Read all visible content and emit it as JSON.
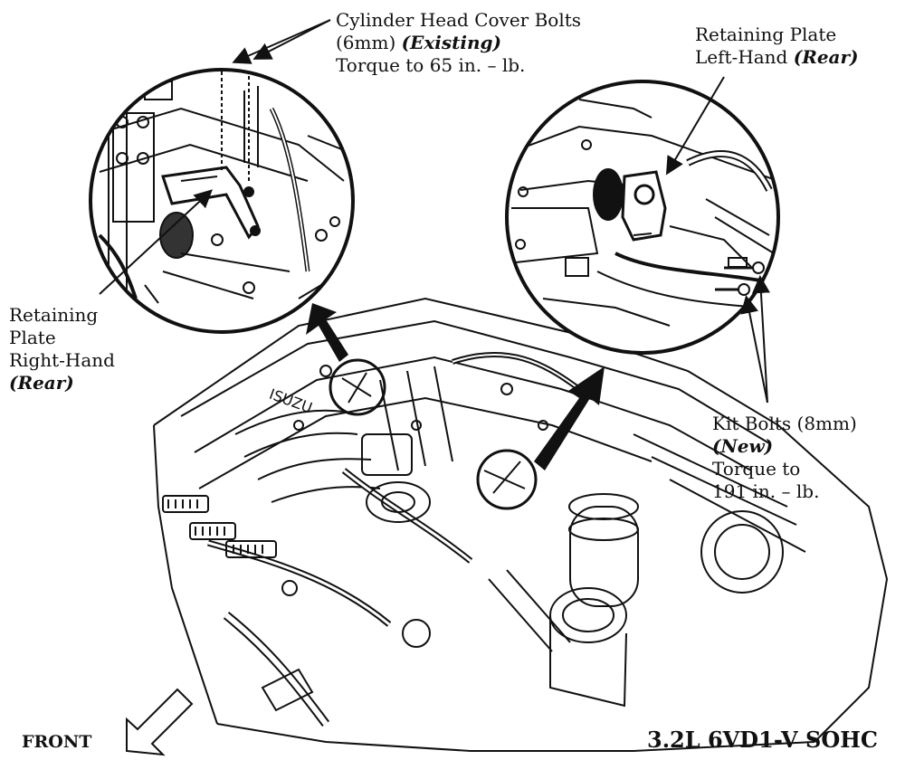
{
  "labels": {
    "cover_bolts": {
      "title": "Cylinder Head Cover Bolts",
      "size": "(6mm)",
      "status": "(Existing)",
      "torque": "Torque to 65 in. – lb."
    },
    "plate_left": {
      "line1": "Retaining Plate",
      "line2": "Left-Hand",
      "status": "(Rear)"
    },
    "plate_right": {
      "line1": "Retaining",
      "line2": "Plate",
      "line3": "Right-Hand",
      "status": "(Rear)"
    },
    "kit_bolts": {
      "title": "Kit Bolts (8mm)",
      "status": "(New)",
      "torque_line1": "Torque to",
      "torque_line2": "191 in. – lb."
    },
    "front": "FRONT",
    "engine_model": "3.2L 6VD1-V SOHC",
    "engine_badge": "ISUZU"
  },
  "icons": {
    "front_arrow": "front-arrow-icon",
    "callout_arrows": "callout-arrow-icon"
  },
  "colors": {
    "ink": "#111111",
    "paper": "#ffffff"
  }
}
